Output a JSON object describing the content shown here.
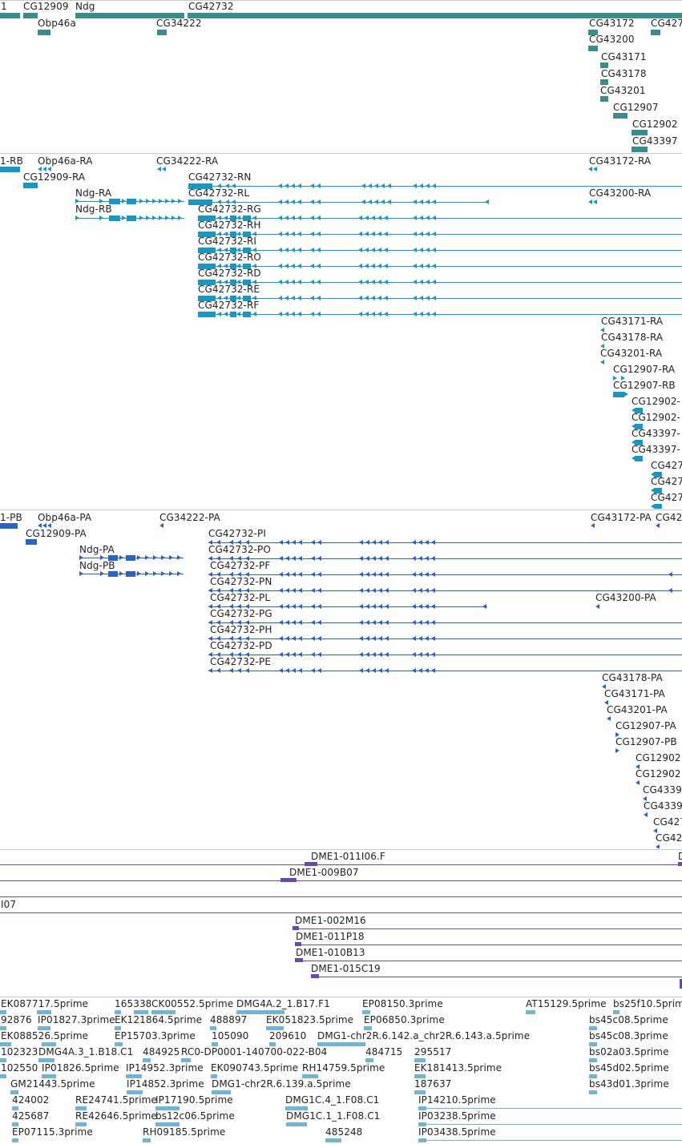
{
  "colors": {
    "gene": "#3b8c8c",
    "transcript": "#1797c4",
    "protein": "#2c62c4",
    "clone": "#6a4aa8",
    "est": "#72b4d8",
    "separator": "#c9c9c9"
  },
  "genes": {
    "labels": {
      "g1": "1",
      "cg12909": "CG12909",
      "ndg": "Ndg",
      "cg42732": "CG42732",
      "obp46a": "Obp46a",
      "cg34222": "CG34222",
      "cg43172": "CG43172",
      "cg427": "CG427",
      "cg43200": "CG43200",
      "cg43171": "CG43171",
      "cg43178": "CG43178",
      "cg43201": "CG43201",
      "cg12907": "CG12907",
      "cg12902": "CG12902",
      "cg43397": "CG43397"
    }
  },
  "transcripts": {
    "labels": {
      "rb1": "1-RB",
      "obp46a_ra": "Obp46a-RA",
      "cg34222_ra": "CG34222-RA",
      "cg43172_ra": "CG43172-RA",
      "cg12909_ra": "CG12909-RA",
      "cg42732_rn": "CG42732-RN",
      "ndg_ra": "Ndg-RA",
      "cg42732_rl": "CG42732-RL",
      "cg43200_ra": "CG43200-RA",
      "ndg_rb": "Ndg-RB",
      "cg42732_rg": "CG42732-RG",
      "cg42732_rh": "CG42732-RH",
      "cg42732_ri": "CG42732-RI",
      "cg42732_ro": "CG42732-RO",
      "cg42732_rd": "CG42732-RD",
      "cg42732_re": "CG42732-RE",
      "cg42732_rf": "CG42732-RF",
      "cg43171_ra": "CG43171-RA",
      "cg43178_ra": "CG43178-RA",
      "cg43201_ra": "CG43201-RA",
      "cg12907_ra": "CG12907-RA",
      "cg12907_rb": "CG12907-RB",
      "cg12902_a": "CG12902-",
      "cg12902_b": "CG12902-",
      "cg43397_a": "CG43397-",
      "cg43397_b": "CG43397-",
      "cg427_a": "CG427",
      "cg427_b": "CG427",
      "cg427_c": "CG427"
    }
  },
  "proteins": {
    "labels": {
      "pb1": "1-PB",
      "obp46a_pa": "Obp46a-PA",
      "cg34222_pa": "CG34222-PA",
      "cg43172_pa": "CG43172-PA",
      "cg42_pa": "CG42",
      "cg12909_pa": "CG12909-PA",
      "cg42732_pi": "CG42732-PI",
      "ndg_pa": "Ndg-PA",
      "cg42732_po": "CG42732-PO",
      "ndg_pb": "Ndg-PB",
      "cg42732_pf": "CG42732-PF",
      "cg42732_pn": "CG42732-PN",
      "cg42732_pl": "CG42732-PL",
      "cg43200_pa": "CG43200-PA",
      "cg42732_pg": "CG42732-PG",
      "cg42732_ph": "CG42732-PH",
      "cg42732_pd": "CG42732-PD",
      "cg42732_pe": "CG42732-PE",
      "cg43178_pa": "CG43178-PA",
      "cg43171_pa": "CG43171-PA",
      "cg43201_pa": "CG43201-PA",
      "cg12907_pa": "CG12907-PA",
      "cg12907_pb": "CG12907-PB",
      "cg12902_a": "CG12902",
      "cg12902_b": "CG12902",
      "cg4339_a": "CG4339",
      "cg4339_b": "CG4339",
      "cg427_a": "CG427",
      "cg42_b": "CG42"
    }
  },
  "clones": {
    "labels": {
      "f011i06": "DME1-011I06.F",
      "d_edge": "D",
      "b009b07": "DME1-009B07",
      "i07": "I07",
      "m002m16": "DME1-002M16",
      "p011p18": "DME1-011P18",
      "b010b13": "DME1-010B13",
      "c015c19": "DME1-015C19"
    }
  },
  "ests": {
    "rows": [
      [
        "EK087717.5prime",
        "165338",
        "CK00552.5prime",
        "DMG4A.2_1.B17.F1",
        "EP08150.3prime",
        "AT15129.5prime",
        "bs25f10.5prim"
      ],
      [
        "92876",
        "IP01827.3prime",
        "EK121864.5prime",
        "488897",
        "EK051823.5prime",
        "EP06850.3prime",
        "bs45c08.5prime"
      ],
      [
        "EK088526.5prime",
        "EP15703.3prime",
        "105090",
        "209610",
        "DMG1-chr2R.6.142.a_chr2R.6.143.a.5prime",
        "bs45c08.3prime"
      ],
      [
        "102323",
        "DMG4A.3_1.B18.C1",
        "484925",
        "RC0-DP0001-140700-022-B04",
        "484715",
        "295517",
        "bs02a03.5prime"
      ],
      [
        "102550",
        "IP01826.5prime",
        "IP14952.3prime",
        "EK090743.5prime",
        "RH14759.5prime",
        "EK181413.5prime",
        "bs45d02.5prime"
      ],
      [
        "GM21443.5prime",
        "IP14852.3prime",
        "DMG1-chr2R.6.139.a.5prime",
        "187637",
        "bs43d01.3prime"
      ],
      [
        "424002",
        "RE24741.5prime",
        "IP17190.5prime",
        "DMG1C.4_1.F08.C1",
        "IP14210.5prime"
      ],
      [
        "425687",
        "RE42646.5prime",
        "bs12c06.5prime",
        "DMG1C.1_1.F08.C1",
        "IP03238.5prime"
      ],
      [
        "EP07115.3prime",
        "RH09185.5prime",
        "485248",
        "IP03438.5prime"
      ]
    ]
  }
}
